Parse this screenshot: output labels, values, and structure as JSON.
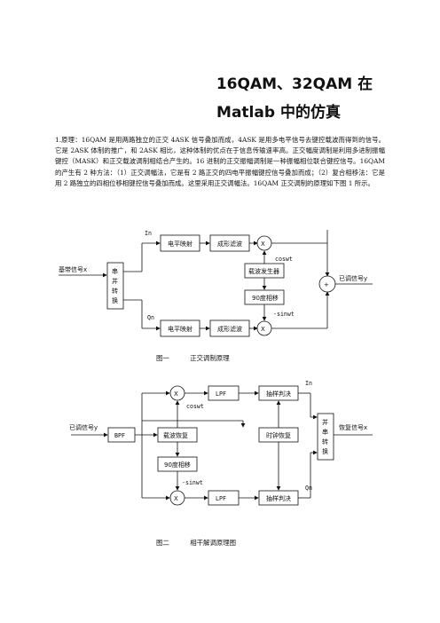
{
  "title_line1": "16QAM、32QAM 在",
  "title_line2": "Matlab 中的仿真",
  "paragraph": "1.原理：16QAM 是用两路独立的正交 4ASK 信号叠加而成，4ASK 是用多电平信号去键控载波而得到的信号。它是 2ASK 体制的推广，和 2ASK 相比，这种体制的优点在于信息传输速率高。正交幅度调制是利用多进制振幅键控（MASK）和正交载波调制相结合产生的。16 进制的正交振幅调制是一种振幅相位联合键控信号。16QAM 的产生有 2 种方法：（1）正交调幅法，它是有 2 路正交的四电平振幅键控信号叠加而成；（2）复合相移法：它是用 2 路独立的四相位移相键控信号叠加而成。这里采用正交调幅法。16QAM 正交调制的原理如下图 1 所示。",
  "fig1": {
    "in_label": "In",
    "qn_label": "Qn",
    "input_label": "基带信号x",
    "sp_converter": [
      "串",
      "并",
      "转",
      "换"
    ],
    "level_map_top": "电平映射",
    "level_map_bottom": "电平映射",
    "shape_filter_top": "成形滤波",
    "shape_filter_bottom": "成形滤波",
    "carrier_gen": "载波发生器",
    "phase_shift": "90度相移",
    "cos_label": "coswt",
    "sin_label": "-sinwt",
    "output_label": "已调信号y",
    "mult_symbol": "X",
    "add_symbol": "+",
    "caption": "图一          正交调制原理"
  },
  "fig2": {
    "input_label": "已调信号y",
    "bpf": "BPF",
    "carrier_recovery": "载波恢复",
    "phase_shift": "90度相移",
    "cos_label": "coswt",
    "sin_label": "-sinwt",
    "lpf_top": "LPF",
    "lpf_bottom": "LPF",
    "sample_top": "抽样判决",
    "sample_bottom": "抽样判决",
    "clock_recovery": "时钟恢复",
    "ps_converter": [
      "并",
      "串",
      "转",
      "换"
    ],
    "in_label": "In",
    "qn_label": "Qn",
    "output_label": "恢复信号x",
    "mult_symbol": "X",
    "caption": "图二          相干解调原理图"
  }
}
